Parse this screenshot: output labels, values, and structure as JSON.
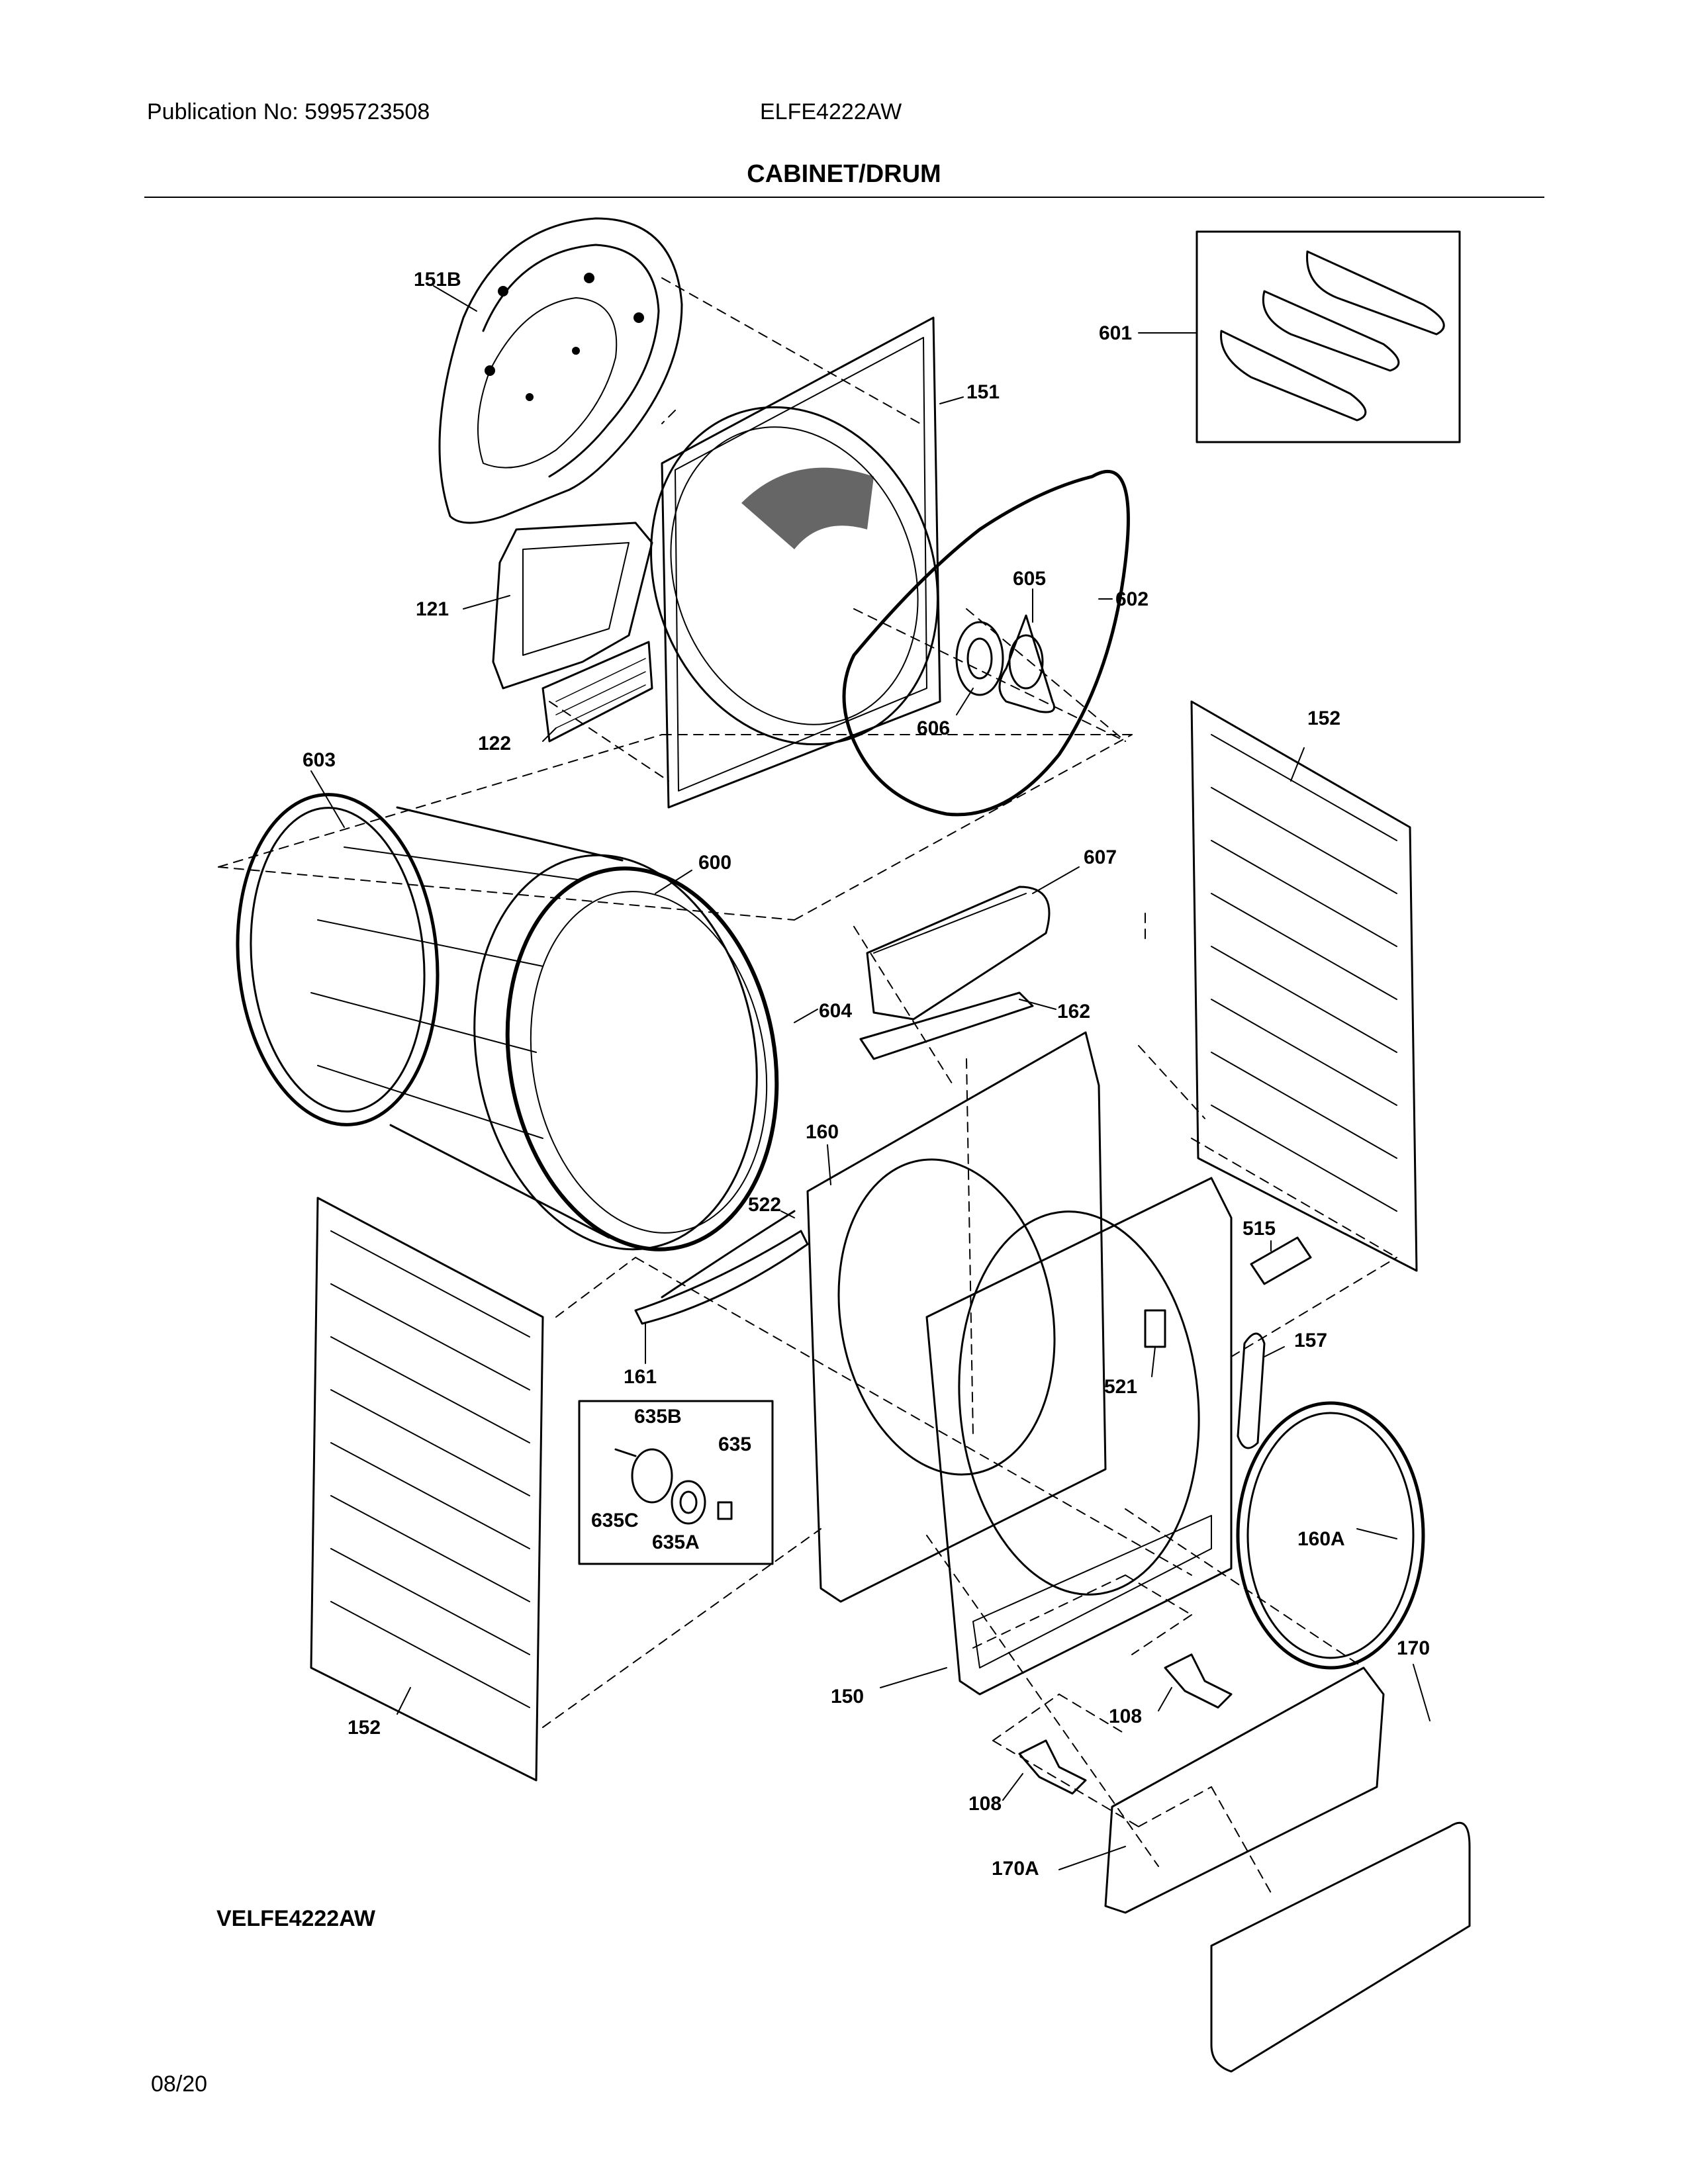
{
  "header": {
    "publication": "Publication No: 5995723508",
    "model": "ELFE4222AW"
  },
  "title": "CABINET/DRUM",
  "footer": {
    "variant_model": "VELFE4222AW",
    "date": "08/20"
  },
  "callouts": [
    {
      "id": "151B",
      "label": "151B"
    },
    {
      "id": "151",
      "label": "151"
    },
    {
      "id": "601",
      "label": "601"
    },
    {
      "id": "605",
      "label": "605"
    },
    {
      "id": "602",
      "label": "602"
    },
    {
      "id": "121",
      "label": "121"
    },
    {
      "id": "606",
      "label": "606"
    },
    {
      "id": "122",
      "label": "122"
    },
    {
      "id": "152-top",
      "label": "152"
    },
    {
      "id": "603",
      "label": "603"
    },
    {
      "id": "600",
      "label": "600"
    },
    {
      "id": "607",
      "label": "607"
    },
    {
      "id": "604",
      "label": "604"
    },
    {
      "id": "162",
      "label": "162"
    },
    {
      "id": "160",
      "label": "160"
    },
    {
      "id": "522",
      "label": "522"
    },
    {
      "id": "515",
      "label": "515"
    },
    {
      "id": "157",
      "label": "157"
    },
    {
      "id": "161",
      "label": "161"
    },
    {
      "id": "521",
      "label": "521"
    },
    {
      "id": "635B",
      "label": "635B"
    },
    {
      "id": "635",
      "label": "635"
    },
    {
      "id": "635C",
      "label": "635C"
    },
    {
      "id": "635A",
      "label": "635A"
    },
    {
      "id": "160A",
      "label": "160A"
    },
    {
      "id": "170",
      "label": "170"
    },
    {
      "id": "150",
      "label": "150"
    },
    {
      "id": "108-right",
      "label": "108"
    },
    {
      "id": "152-bottom",
      "label": "152"
    },
    {
      "id": "108-left",
      "label": "108"
    },
    {
      "id": "170A",
      "label": "170A"
    }
  ]
}
